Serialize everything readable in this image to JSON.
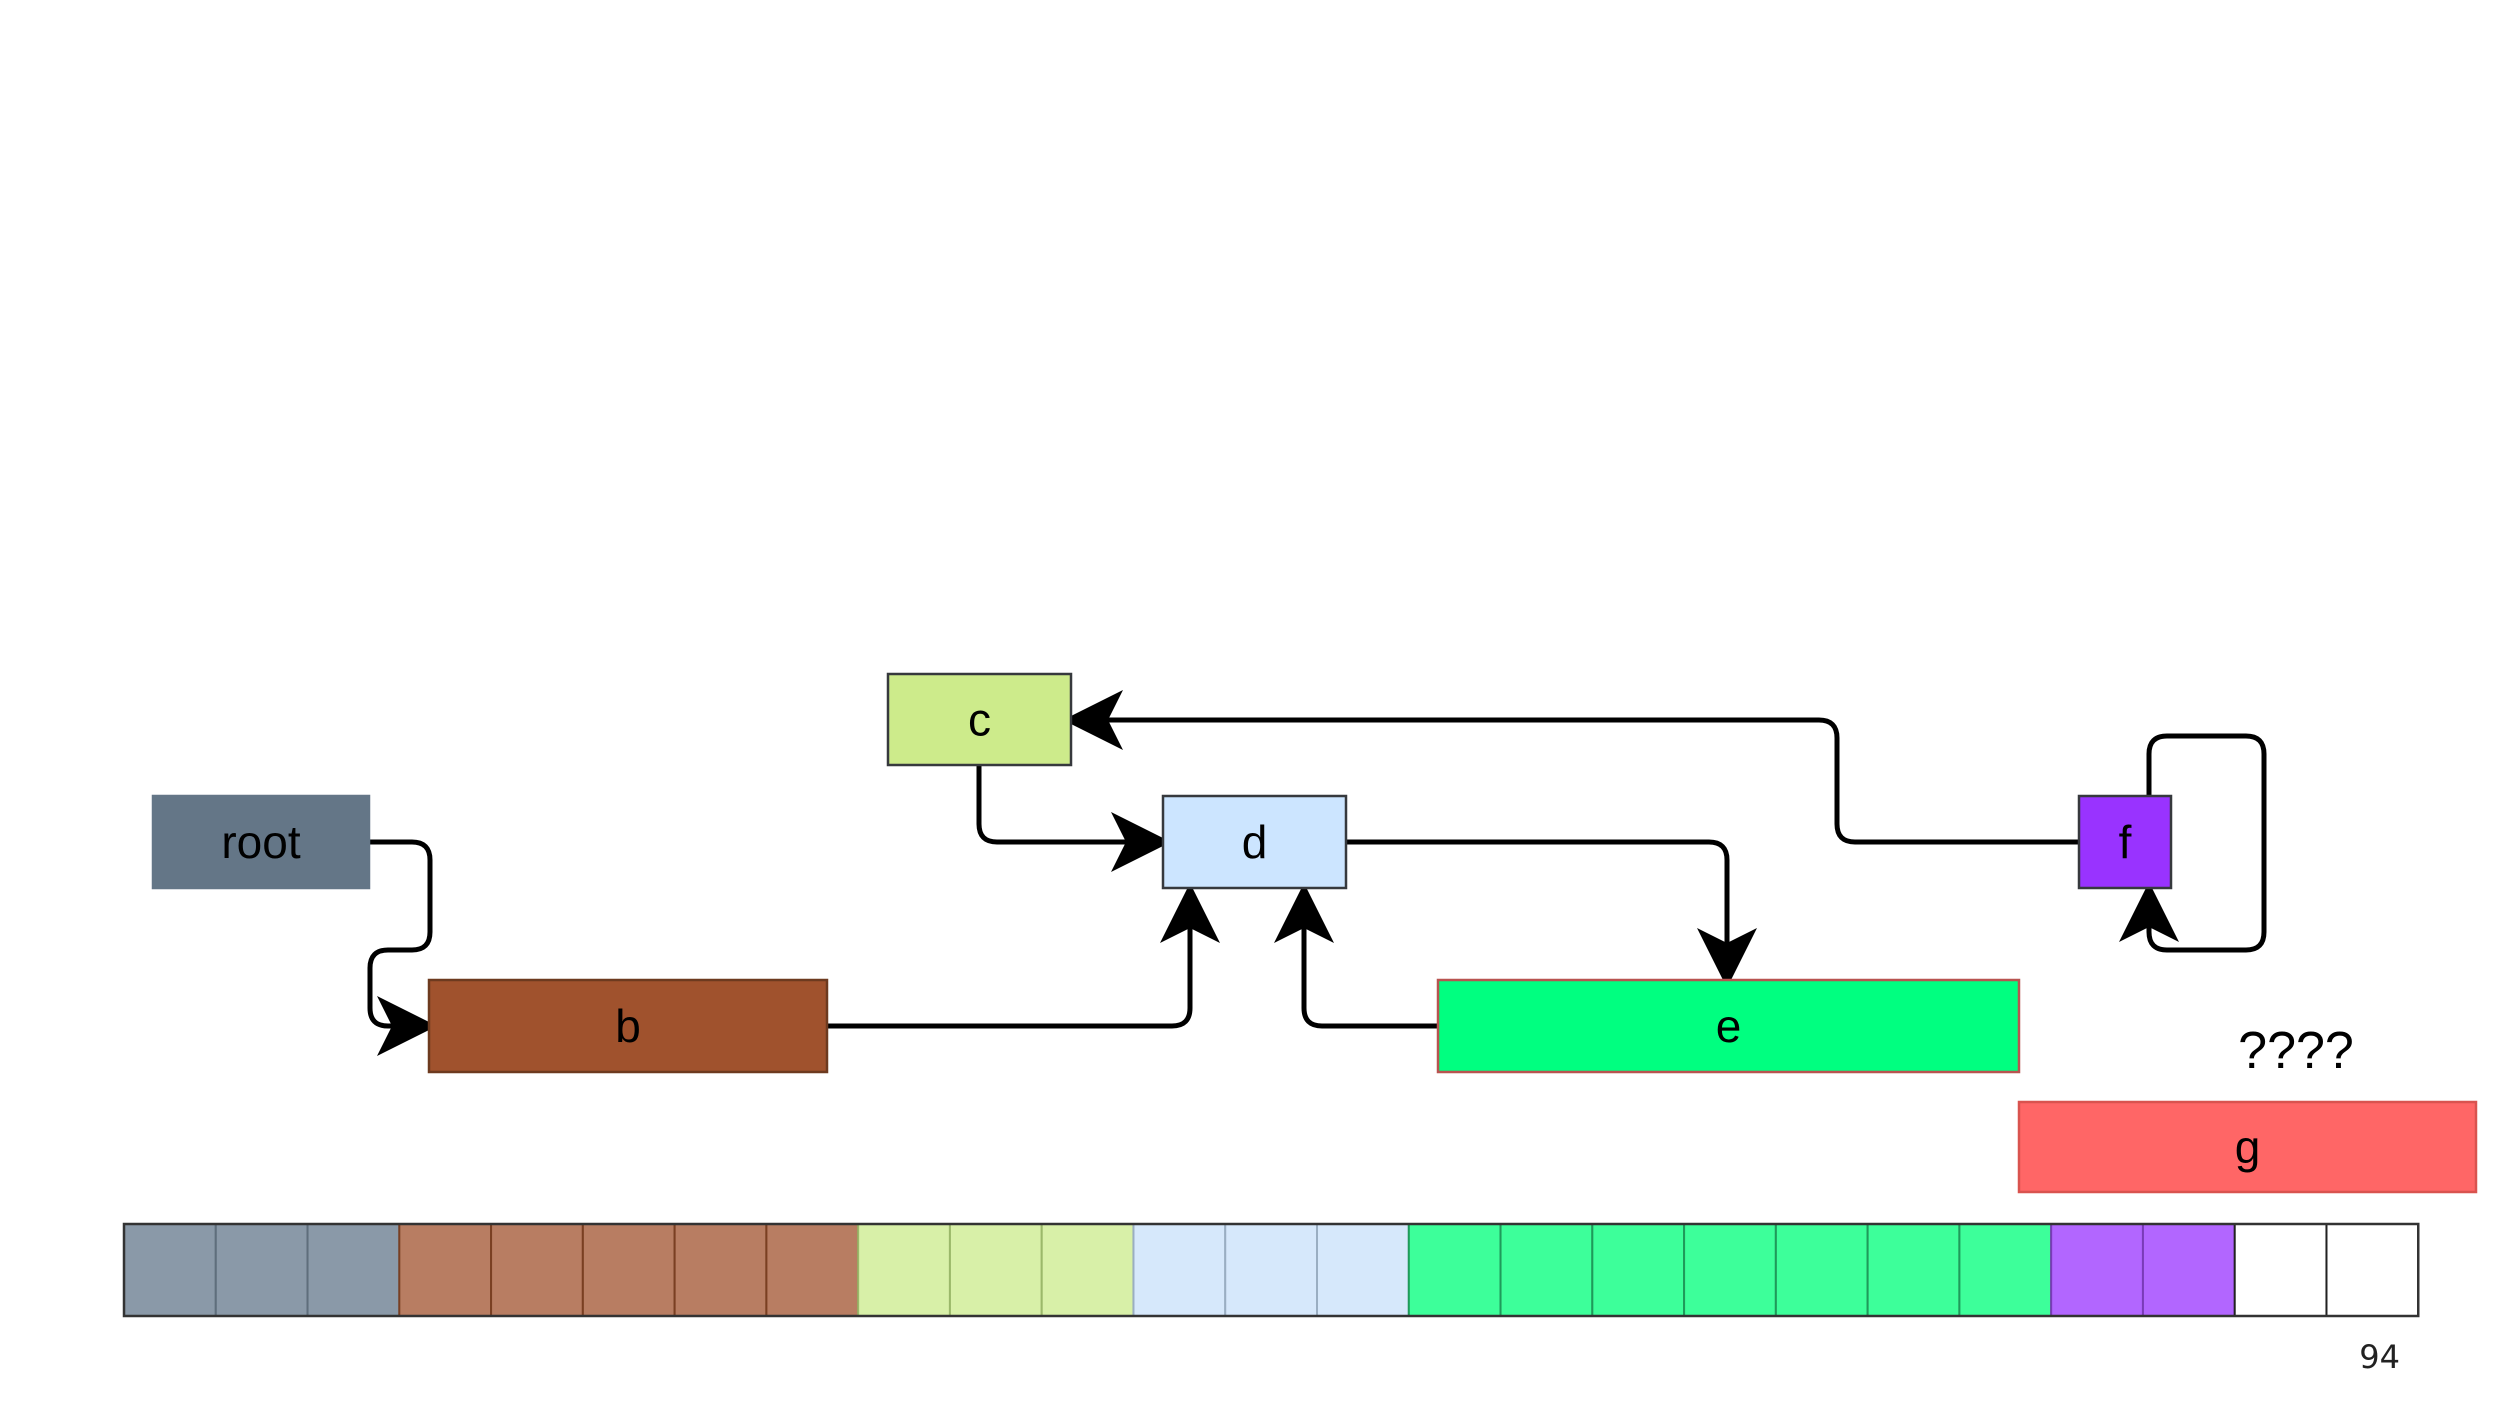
{
  "nodes": [
    {
      "id": "root",
      "label": "root",
      "fill": "#647687",
      "stroke": "#647687"
    },
    {
      "id": "b",
      "label": "b",
      "fill": "#a0522d",
      "stroke": "#6d3a1f"
    },
    {
      "id": "c",
      "label": "c",
      "fill": "#cdeb8b",
      "stroke": "#36393d"
    },
    {
      "id": "d",
      "label": "d",
      "fill": "#cce5ff",
      "stroke": "#36393d"
    },
    {
      "id": "e",
      "label": "e",
      "fill": "#00ff80",
      "stroke": "#b85450"
    },
    {
      "id": "f",
      "label": "f",
      "fill": "#9933ff",
      "stroke": "#36393d"
    },
    {
      "id": "g",
      "label": "g",
      "fill": "#ff6666",
      "stroke": "#d9534f"
    }
  ],
  "edges": [
    {
      "from": "root",
      "to": "b"
    },
    {
      "from": "b",
      "to": "d"
    },
    {
      "from": "c",
      "to": "d"
    },
    {
      "from": "e",
      "to": "d"
    },
    {
      "from": "d",
      "to": "e"
    },
    {
      "from": "f",
      "to": "c"
    },
    {
      "from": "f",
      "to": "f"
    }
  ],
  "annotation": "????",
  "memory_strip": [
    {
      "owner": "root",
      "cells": 3,
      "fill": "#8a99a8",
      "stroke": "#5f6e7c"
    },
    {
      "owner": "b",
      "cells": 5,
      "fill": "#b87d62",
      "stroke": "#7a3f22"
    },
    {
      "owner": "c",
      "cells": 3,
      "fill": "#d8f0a8",
      "stroke": "#9bb86a"
    },
    {
      "owner": "d",
      "cells": 3,
      "fill": "#d6e8fb",
      "stroke": "#9aaec2"
    },
    {
      "owner": "e",
      "cells": 7,
      "fill": "#3dff9a",
      "stroke": "#1f9a5a"
    },
    {
      "owner": "f",
      "cells": 2,
      "fill": "#b266ff",
      "stroke": "#7a3bb8"
    },
    {
      "owner": "free",
      "cells": 2,
      "fill": "#ffffff",
      "stroke": "#222222"
    }
  ],
  "slide_number": "94"
}
